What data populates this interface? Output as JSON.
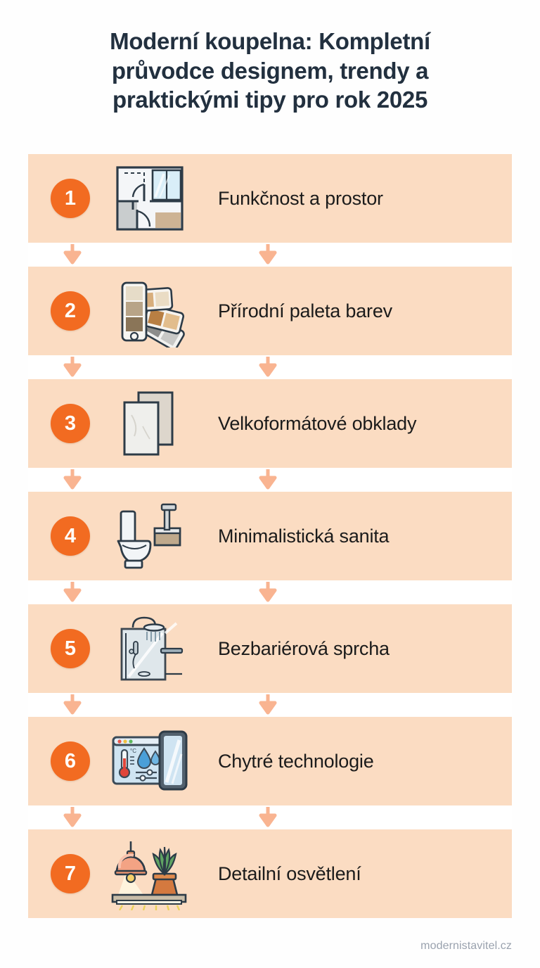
{
  "title": {
    "lines": [
      "Moderní koupelna: Kompletní",
      "průvodce designem, trendy a",
      "praktickými tipy pro rok 2025"
    ]
  },
  "colors": {
    "background": "#fefefe",
    "row_background": "#fbdcc2",
    "badge": "#f26b21",
    "badge_text": "#fffdf8",
    "title_text": "#22303f",
    "label_text": "#1b1b1b",
    "arrow": "#f9b491",
    "footer_text": "#9aa2ae"
  },
  "steps": [
    {
      "number": "1",
      "label": "Funkčnost a prostor",
      "icon": "floor-plan-icon"
    },
    {
      "number": "2",
      "label": "Přírodní paleta barev",
      "icon": "color-swatch-fan-icon"
    },
    {
      "number": "3",
      "label": "Velkoformátové obklady",
      "icon": "large-format-tiles-icon"
    },
    {
      "number": "4",
      "label": "Minimalistická sanita",
      "icon": "toilet-and-sink-icon"
    },
    {
      "number": "5",
      "label": "Bezbariérová sprcha",
      "icon": "walk-in-shower-icon"
    },
    {
      "number": "6",
      "label": "Chytré technologie",
      "icon": "smart-control-panel-icon"
    },
    {
      "number": "7",
      "label": "Detailní osvětlení",
      "icon": "pendant-lamp-plant-shelf-icon"
    }
  ],
  "footer": {
    "watermark": "modernistavitel.cz"
  }
}
